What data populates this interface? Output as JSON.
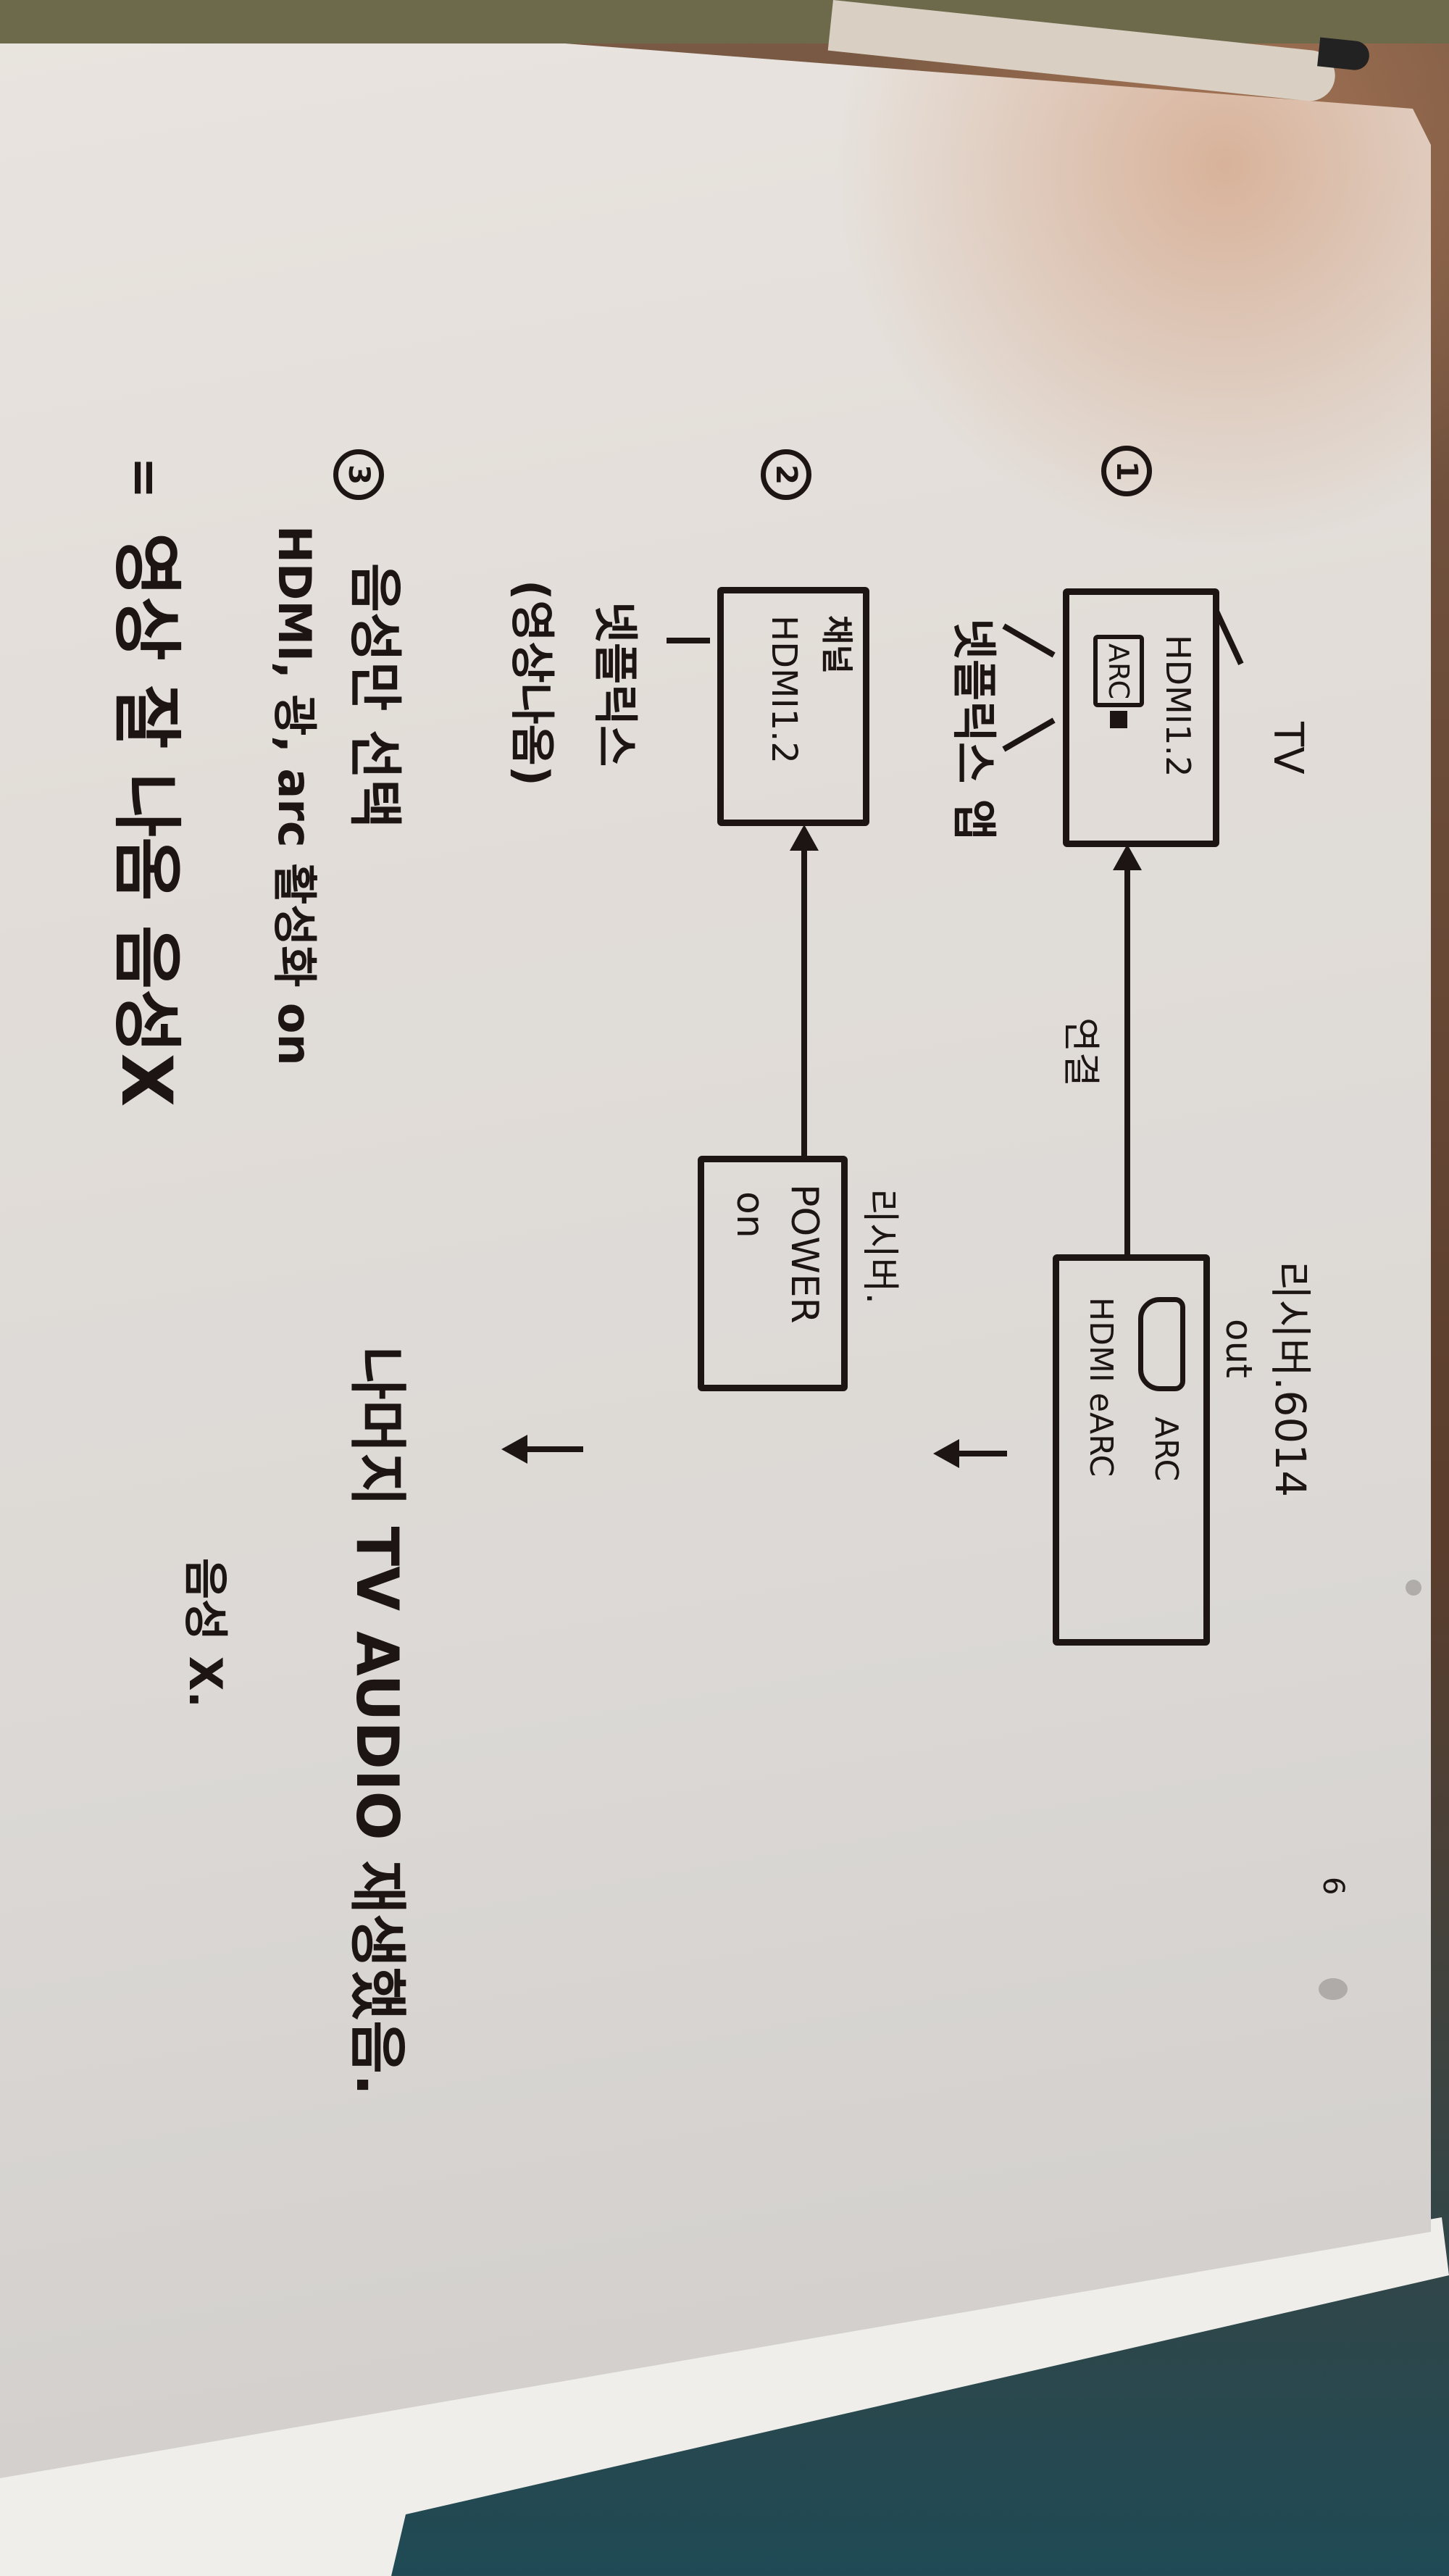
{
  "step1": {
    "number": "1",
    "tv_label": "TV",
    "tv_port": "HDMI1.2",
    "tv_arc": "ARC",
    "app_note": "넷플릭스 앱",
    "connection_label": "연결",
    "receiver_title": "리시버.6014",
    "receiver_out": "out",
    "receiver_arc": "ARC",
    "receiver_port": "HDMI eARC"
  },
  "step2": {
    "number": "2",
    "channel_box_title": "채널",
    "channel_box_port": "HDMI1.2",
    "app_note": "넷플릭스",
    "video_note": "(영상나옴)",
    "receiver_label": "리시버.",
    "power_line1": "POWER",
    "power_line2": "on",
    "result_note": "나머지 TV AUDIO 재생했음.",
    "audio_note": "음성 X."
  },
  "step3": {
    "number": "3",
    "line1": "음성만 선택",
    "line2": "HDMI, 광, arc 활성화 on",
    "equals": "=",
    "line3": "영상 잘 나옴 음성X"
  },
  "page_number": "6"
}
